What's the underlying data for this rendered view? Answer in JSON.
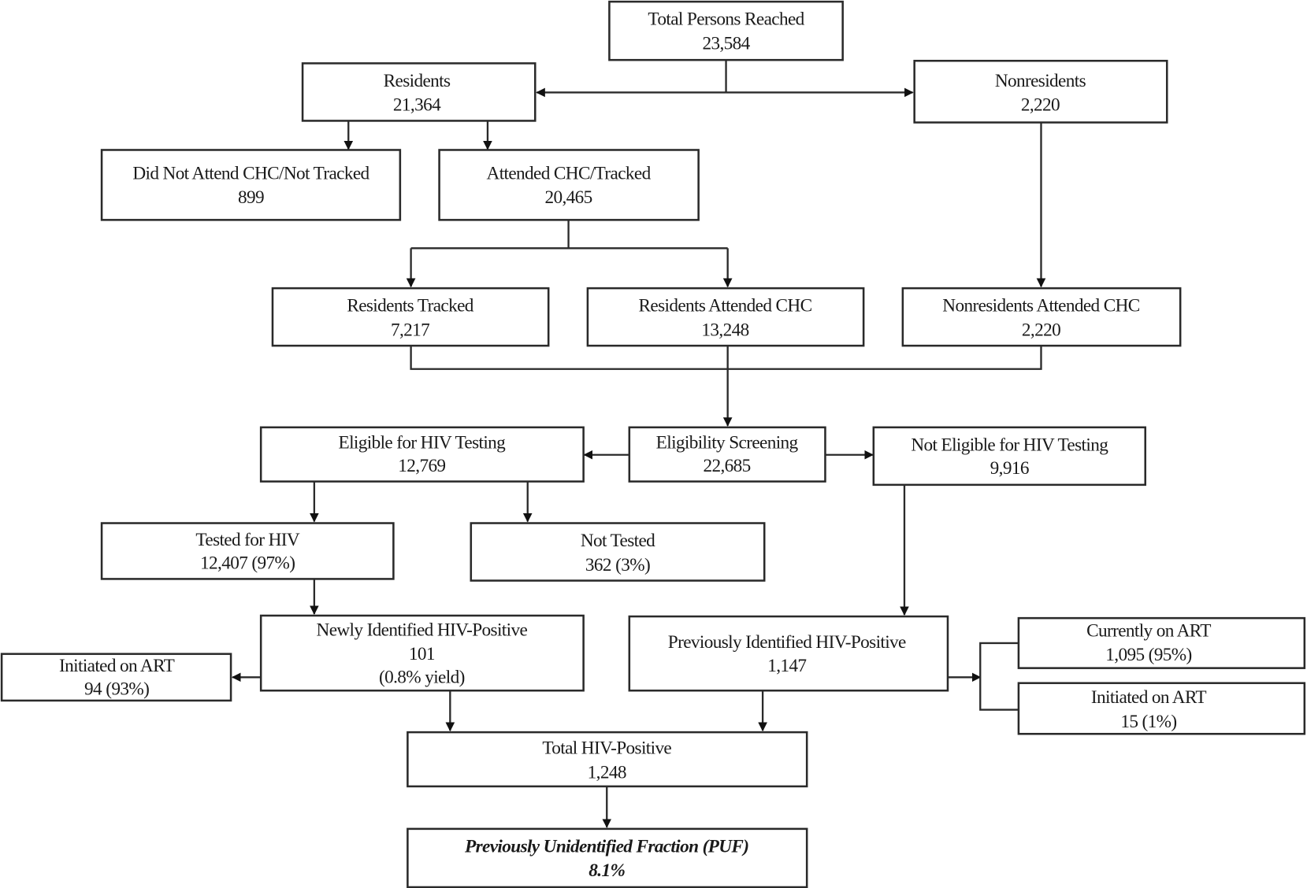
{
  "title": "HIV testing cascade flow diagram",
  "nodes": {
    "total_reached": {
      "label": "Total Persons Reached",
      "value": "23,584"
    },
    "residents": {
      "label": "Residents",
      "value": "21,364"
    },
    "nonresidents": {
      "label": "Nonresidents",
      "value": "2,220"
    },
    "did_not_attend": {
      "label": "Did Not Attend CHC/Not Tracked",
      "value": "899"
    },
    "attended_tracked": {
      "label": "Attended CHC/Tracked",
      "value": "20,465"
    },
    "residents_tracked": {
      "label": "Residents Tracked",
      "value": "7,217"
    },
    "residents_attended": {
      "label": "Residents Attended CHC",
      "value": "13,248"
    },
    "nonresidents_attended": {
      "label": "Nonresidents Attended CHC",
      "value": "2,220"
    },
    "eligibility_screening": {
      "label": "Eligibility Screening",
      "value": "22,685"
    },
    "eligible": {
      "label": "Eligible for HIV Testing",
      "value": "12,769"
    },
    "not_eligible": {
      "label": "Not Eligible for HIV Testing",
      "value": "9,916"
    },
    "tested": {
      "label": "Tested for HIV",
      "value": "12,407 (97%)"
    },
    "not_tested": {
      "label": "Not Tested",
      "value": "362 (3%)"
    },
    "newly_positive": {
      "label": "Newly Identified HIV-Positive",
      "value": "101",
      "note": "(0.8% yield)"
    },
    "new_initiated_art": {
      "label": "Initiated on ART",
      "value": "94 (93%)"
    },
    "previously_positive": {
      "label": "Previously Identified HIV-Positive",
      "value": "1,147"
    },
    "currently_on_art": {
      "label": "Currently on ART",
      "value": "1,095 (95%)"
    },
    "prev_initiated_art": {
      "label": "Initiated on ART",
      "value": "15 (1%)"
    },
    "total_positive": {
      "label": "Total HIV-Positive",
      "value": "1,248"
    },
    "puf": {
      "label": "Previously Unidentified Fraction (PUF)",
      "value": "8.1%"
    }
  }
}
